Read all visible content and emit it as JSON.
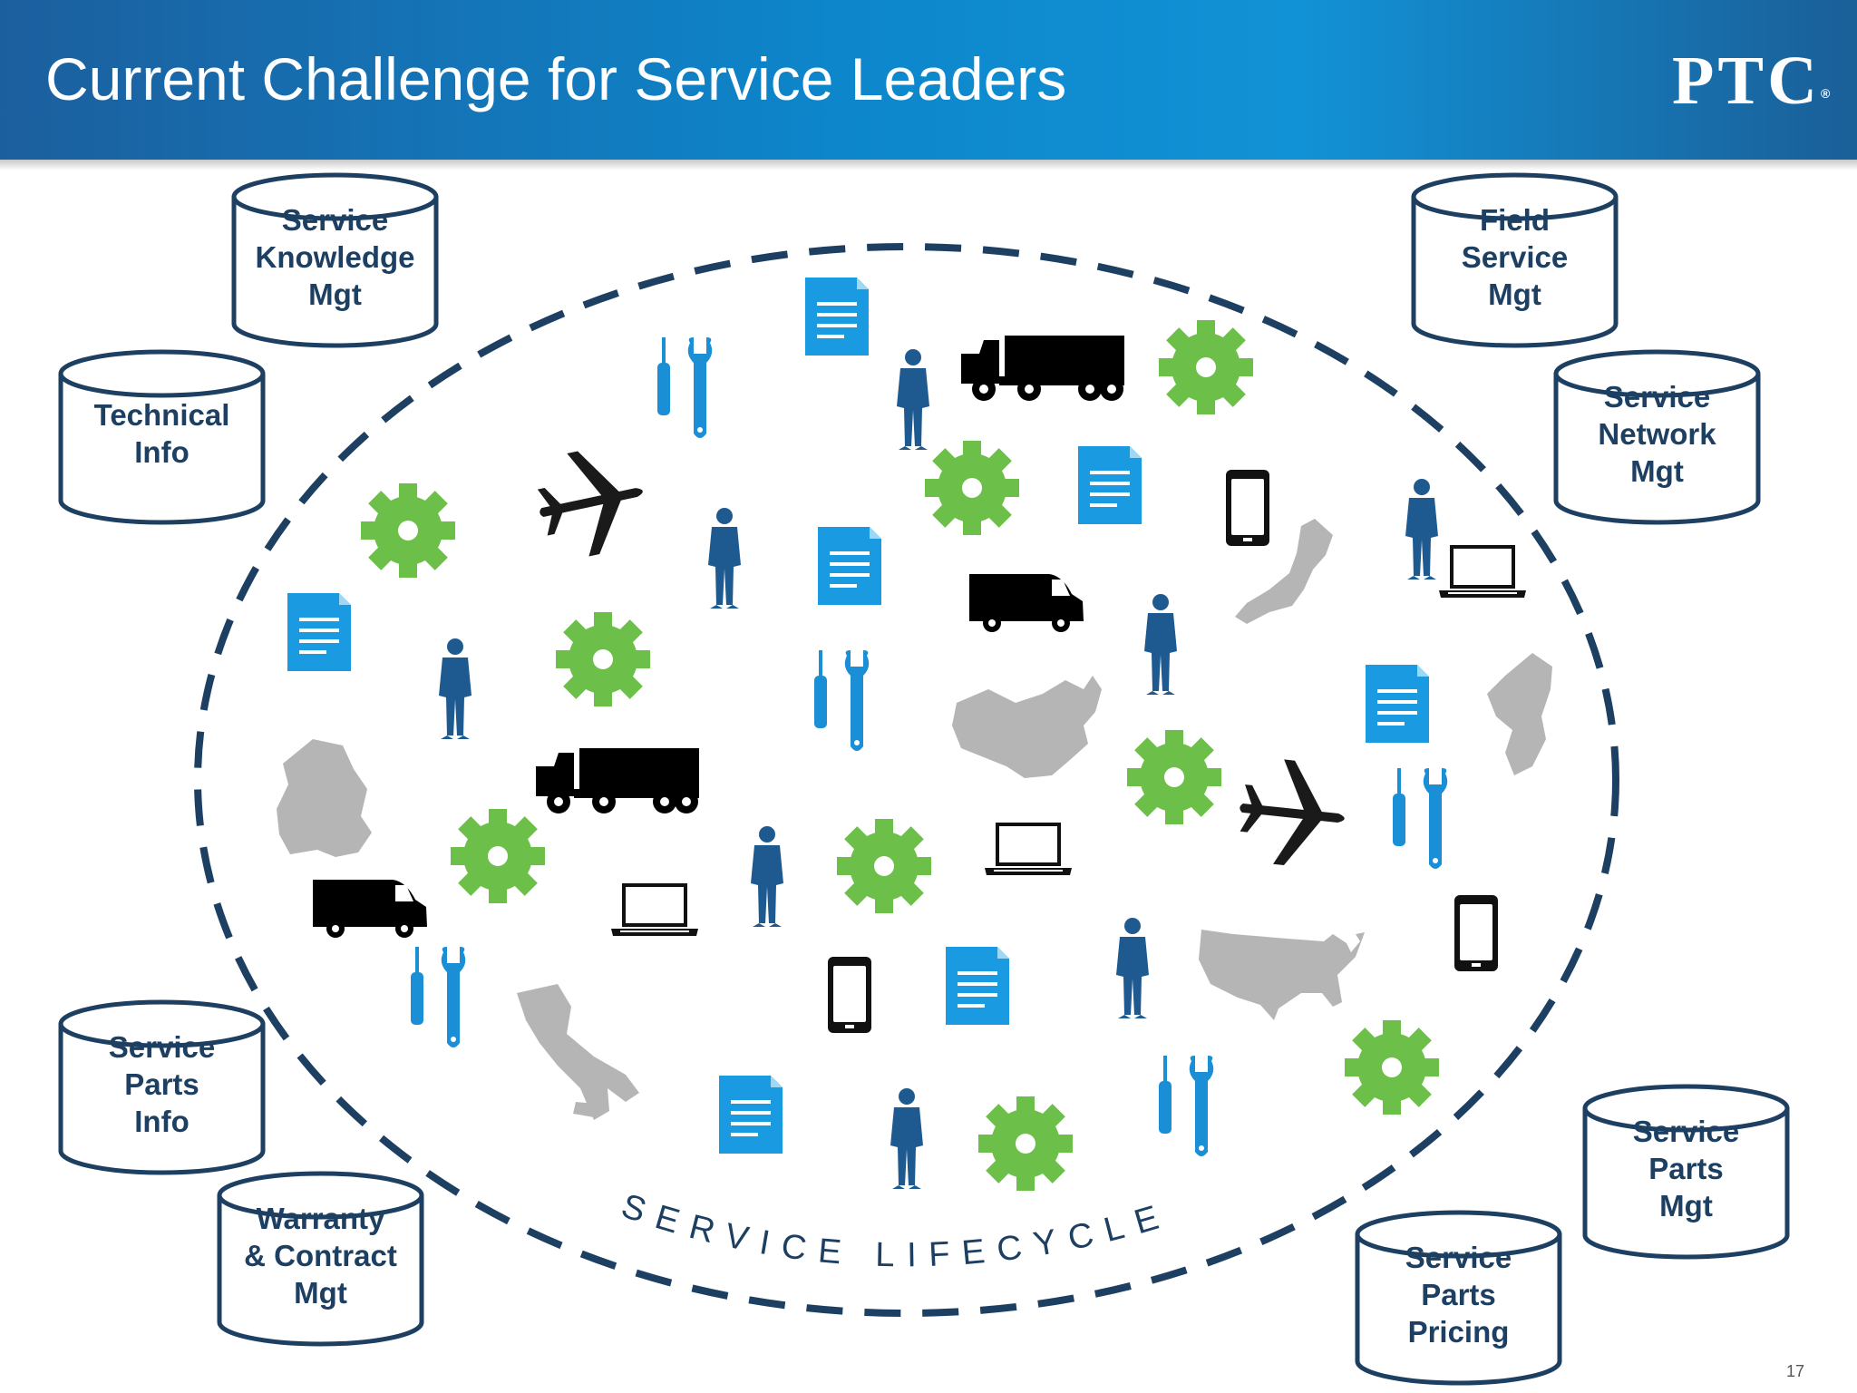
{
  "slide": {
    "title": "Current Challenge for Service Leaders",
    "logo": "PTC",
    "logo_mark": "®",
    "page_number": "17"
  },
  "lifecycle_label": "SERVICE LIFECYCLE",
  "colors": {
    "header": "#0d86cb",
    "database_stroke": "#1d3f62",
    "dashed_ring": "#1d3f62",
    "gear": "#6cbf48",
    "document": "#1a9ae0",
    "tools": "#1a8fd6",
    "person": "#1e5a90",
    "vehicle": "#000000",
    "map": "#b5b5b5"
  },
  "databases": [
    {
      "id": "service-knowledge-mgt",
      "label": "Service\nKnowledge\nMgt"
    },
    {
      "id": "technical-info",
      "label": "Technical\nInfo"
    },
    {
      "id": "field-service-mgt",
      "label": "Field\nService\nMgt"
    },
    {
      "id": "service-network-mgt",
      "label": "Service\nNetwork\nMgt"
    },
    {
      "id": "service-parts-info",
      "label": "Service\nParts\nInfo"
    },
    {
      "id": "warranty-contract-mgt",
      "label": "Warranty\n& Contract\nMgt"
    },
    {
      "id": "service-parts-mgt",
      "label": "Service\nParts\nMgt"
    },
    {
      "id": "service-parts-pricing",
      "label": "Service\nParts\nPricing"
    }
  ],
  "icons": {
    "gear": "gear-icon",
    "document": "document-icon",
    "person": "person-icon",
    "tools": "tools-icon",
    "truck": "truck-icon",
    "van": "van-icon",
    "airplane": "airplane-icon",
    "smartphone": "smartphone-icon",
    "laptop": "laptop-icon",
    "map_germany": "map-germany-icon",
    "map_italy": "map-italy-icon",
    "map_china": "map-china-icon",
    "map_japan": "map-japan-icon",
    "map_korea": "map-korea-icon",
    "map_usa": "map-usa-icon"
  }
}
